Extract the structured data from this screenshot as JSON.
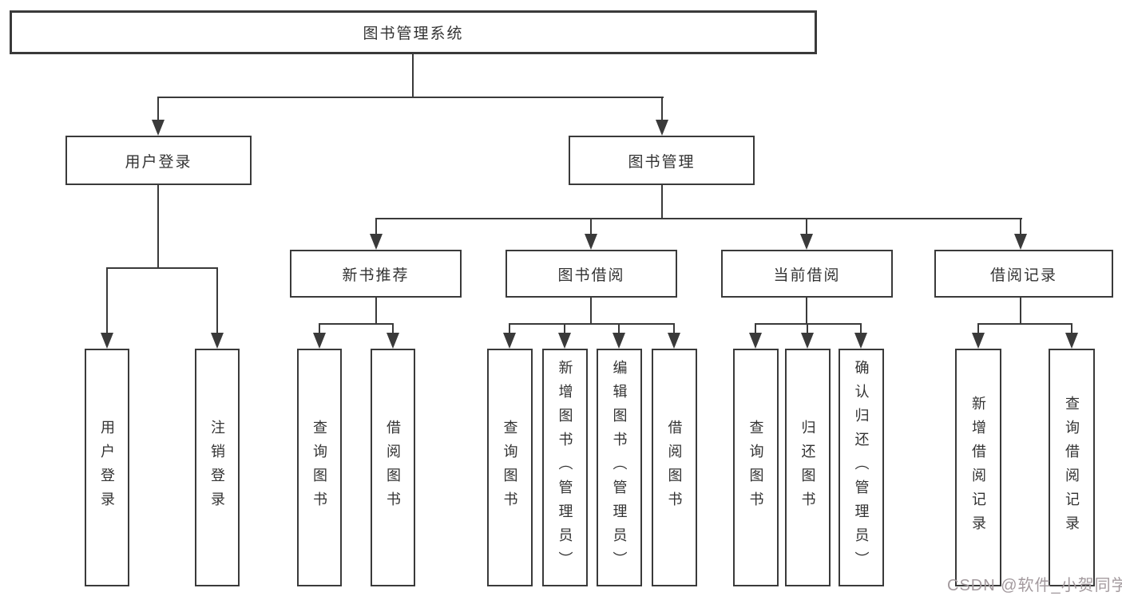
{
  "title": {
    "label": "图书管理系统"
  },
  "level2": [
    {
      "label": "用户登录"
    },
    {
      "label": "图书管理"
    }
  ],
  "level3": [
    {
      "label": "新书推荐"
    },
    {
      "label": "图书借阅"
    },
    {
      "label": "当前借阅"
    },
    {
      "label": "借阅记录"
    }
  ],
  "leaves": {
    "user_login": [
      {
        "label": "用户登录"
      },
      {
        "label": "注销登录"
      }
    ],
    "new_book": [
      {
        "label": "查询图书"
      },
      {
        "label": "借阅图书"
      }
    ],
    "book_borrow": [
      {
        "label": "查询图书"
      },
      {
        "label": "新增图书（管理员）"
      },
      {
        "label": "编辑图书（管理员）"
      },
      {
        "label": "借阅图书"
      }
    ],
    "current_borrow": [
      {
        "label": "查询图书"
      },
      {
        "label": "归还图书"
      },
      {
        "label": "确认归还（管理员）"
      }
    ],
    "borrow_records": [
      {
        "label": "新增借阅记录"
      },
      {
        "label": "查询借阅记录"
      }
    ]
  },
  "watermark": "CSDN @软件_小贺同学",
  "colors": {
    "line": "#3a3a3a",
    "text": "#333333",
    "watermark": "#a39a9e",
    "background": "#ffffff"
  }
}
